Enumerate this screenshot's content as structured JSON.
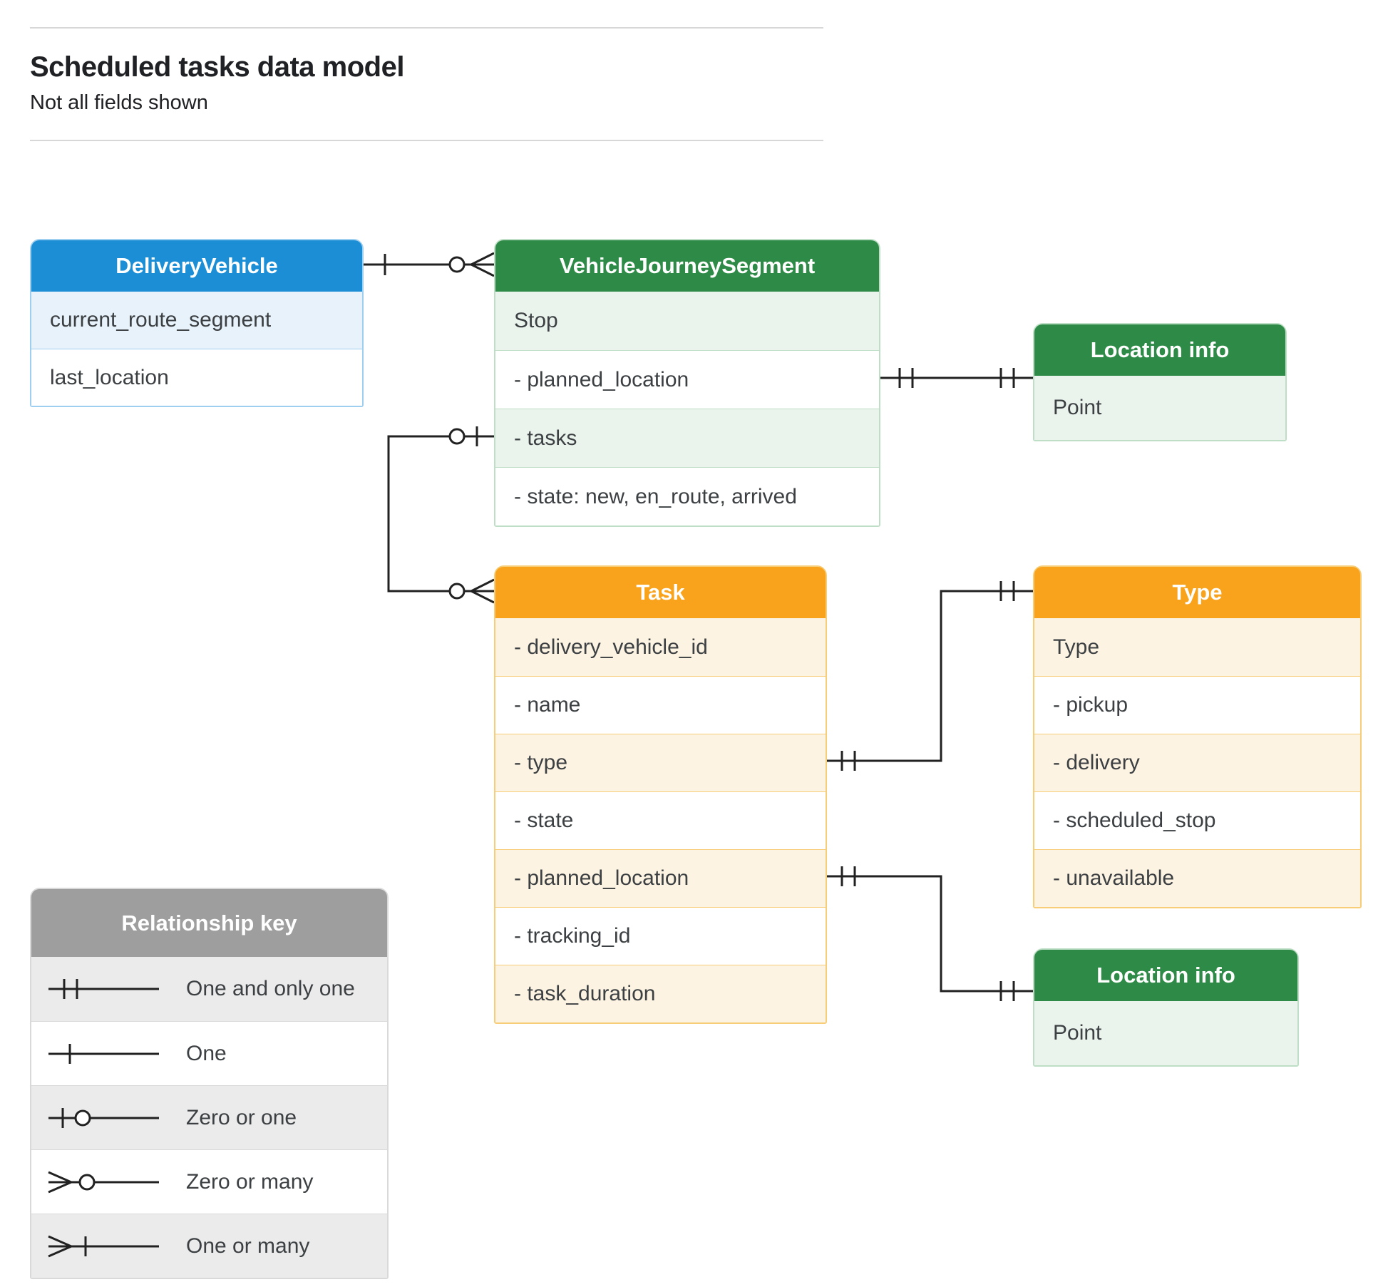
{
  "header": {
    "title": "Scheduled tasks data model",
    "subtitle": "Not all fields shown"
  },
  "entities": {
    "delivery_vehicle": {
      "title": "DeliveryVehicle",
      "rows": [
        "current_route_segment",
        "last_location"
      ]
    },
    "vehicle_journey_segment": {
      "title": "VehicleJourneySegment",
      "rows": [
        "Stop",
        "- planned_location",
        "- tasks",
        "- state: new, en_route, arrived"
      ]
    },
    "location_info_top": {
      "title": "Location info",
      "rows": [
        "Point"
      ]
    },
    "task": {
      "title": "Task",
      "rows": [
        "- delivery_vehicle_id",
        "- name",
        "- type",
        "- state",
        "- planned_location",
        "- tracking_id",
        "- task_duration"
      ]
    },
    "type": {
      "title": "Type",
      "rows": [
        "Type",
        "-  pickup",
        "-  delivery",
        "-  scheduled_stop",
        "-  unavailable"
      ]
    },
    "location_info_bottom": {
      "title": "Location info",
      "rows": [
        "Point"
      ]
    }
  },
  "legend": {
    "title": "Relationship key",
    "items": [
      {
        "symbol": "one-and-only-one-symbol",
        "label": "One and only one"
      },
      {
        "symbol": "one-symbol",
        "label": "One"
      },
      {
        "symbol": "zero-or-one-symbol",
        "label": "Zero or one"
      },
      {
        "symbol": "zero-or-many-symbol",
        "label": "Zero or many"
      },
      {
        "symbol": "one-or-many-symbol",
        "label": "One or many"
      }
    ]
  },
  "colors": {
    "blue_header": "#1b8ed6",
    "green_header": "#2e8b47",
    "orange_header": "#f9a21b",
    "gray_header": "#9e9e9e",
    "line": "#212121"
  }
}
